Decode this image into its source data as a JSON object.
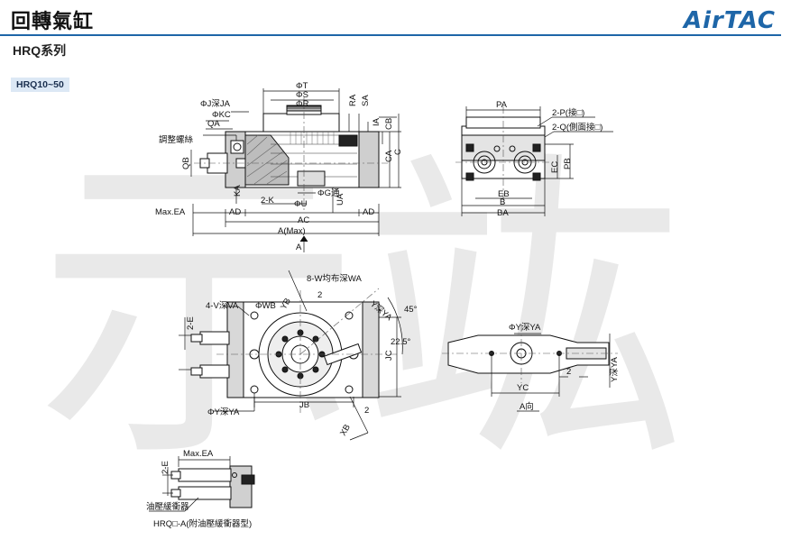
{
  "header": {
    "title": "回轉氣缸",
    "series": "HRQ系列",
    "brand": "AirTAC",
    "model_range": "HRQ10~50",
    "accent_color": "#1e66a8"
  },
  "watermark": {
    "text": "示竑",
    "color": "#e6e6e6"
  },
  "front_view": {
    "labels": {
      "phiT": "ΦT",
      "phiS": "ΦS",
      "phiR": "ΦR",
      "phiJ": "ΦJ深JA",
      "phiKC": "ΦKC",
      "QA": "QA",
      "adjust_screw": "調整螺絲",
      "QB": "QB",
      "KA": "KA",
      "RA": "RA",
      "SA": "SA",
      "IA": "IA",
      "CB": "CB",
      "CA": "CA",
      "C": "C",
      "UA": "UA",
      "twoK": "2-K",
      "phiG": "ΦG通",
      "phiU": "ΦU",
      "maxEA": "Max.EA",
      "AD_left": "AD",
      "AD_right": "AD",
      "AC": "AC",
      "Amax": "A(Max)",
      "A_arrow": "A"
    }
  },
  "side_view": {
    "labels": {
      "PA": "PA",
      "twoP": "2-P(接□)",
      "twoQ": "2-Q(側面接□)",
      "EC": "EC",
      "PB": "PB",
      "EB": "EB",
      "B": "B",
      "BA": "BA"
    }
  },
  "top_view": {
    "labels": {
      "eightW": "8-W均布深WA",
      "fourV": "4-V深VA",
      "phiWB": "ΦWB",
      "YB": "YB",
      "two_small": "2",
      "YYA": "Y深YA",
      "angle45": "45°",
      "angle22": "22.5°",
      "twoE": "2-E",
      "JC": "JC",
      "phiY": "ΦY深YA",
      "JB": "JB",
      "XB": "XB",
      "two_bottom": "2"
    }
  },
  "a_view": {
    "labels": {
      "phiY": "ΦY深YA",
      "YC": "YC",
      "two": "2",
      "YYA": "Y深YA",
      "caption": "A向"
    }
  },
  "option_view": {
    "labels": {
      "maxEA": "Max.EA",
      "twoE": "2-E",
      "buffer": "油壓緩衝器",
      "caption": "HRQ□-A(附油壓緩衝器型)"
    }
  }
}
